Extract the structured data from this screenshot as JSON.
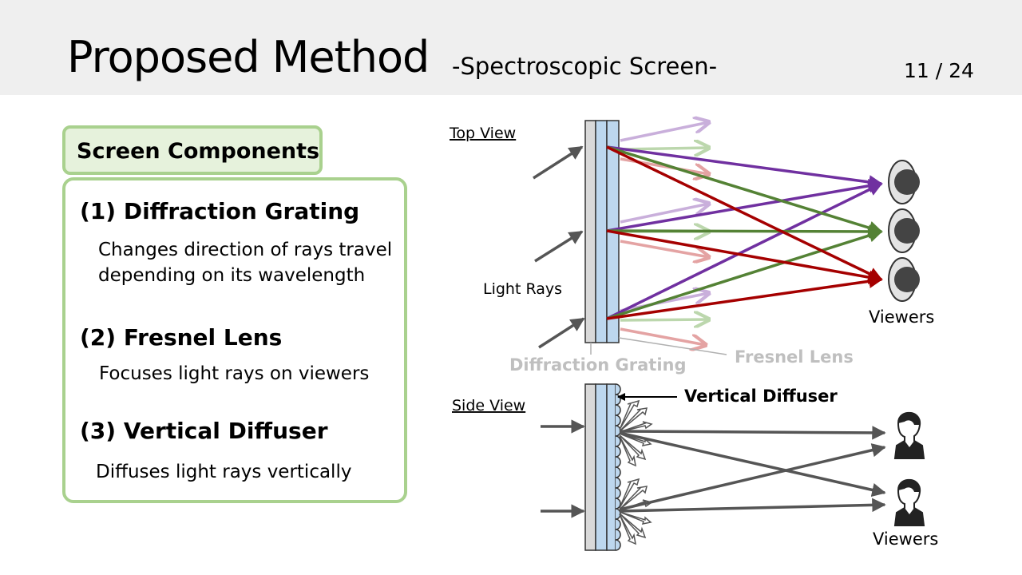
{
  "header": {
    "title": "Proposed Method",
    "subtitle": "-Spectroscopic Screen-",
    "page_number": "11 / 24"
  },
  "components": {
    "title": "Screen Components",
    "items": [
      {
        "heading": "(1) Diffraction Grating",
        "description": [
          "Changes direction of rays travel",
          "depending on its wavelength"
        ]
      },
      {
        "heading": "(2) Fresnel Lens",
        "description": [
          "Focuses light rays on viewers"
        ]
      },
      {
        "heading": "(3) Vertical Diffuser",
        "description": [
          "Diffuses light rays vertically"
        ]
      }
    ]
  },
  "top_view": {
    "label": "Top View",
    "light_rays_label": "Light Rays",
    "diffraction_grating_label": "Diffraction Grating",
    "fresnel_lens_label": "Fresnel Lens",
    "viewers_label": "Viewers"
  },
  "side_view": {
    "label": "Side View",
    "vertical_diffuser_label": "Vertical Diffuser",
    "viewers_label": "Viewers"
  },
  "colors": {
    "header_bg": "#efefef",
    "box_border": "#a9d18e",
    "ray_purple": "#7030a0",
    "ray_green": "#548235",
    "ray_red": "#a50000",
    "ray_gray": "#555555",
    "screen_blue": "#bdd7ee"
  }
}
